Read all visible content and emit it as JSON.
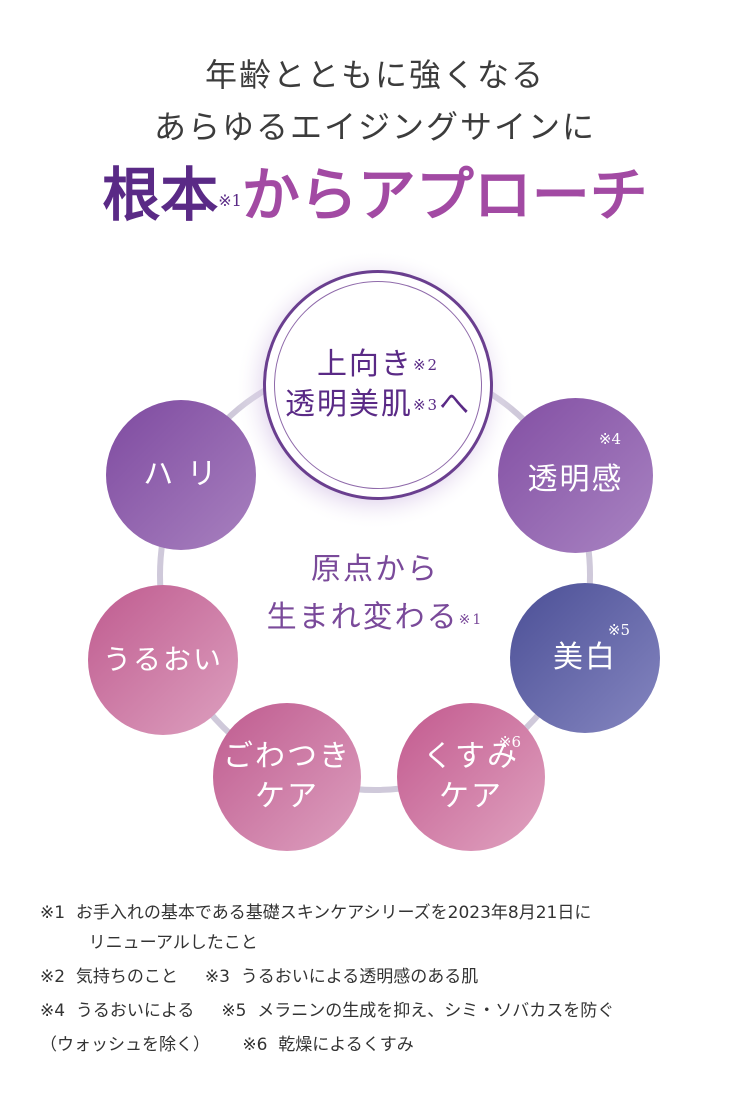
{
  "headline": {
    "line1": "年齢とともに強くなる",
    "line2": "あらゆるエイジングサイン",
    "line2_tail": "に",
    "big_a": "根本",
    "big_mark": "※1",
    "big_b": "からアプローチ"
  },
  "center_circle": {
    "line1": "上向き",
    "mark1": "※2",
    "line2": "透明美肌",
    "mark2": "※3",
    "line2_tail": "へ"
  },
  "center_text": {
    "line1": "原点から",
    "line2": "生まれ変わる",
    "mark": "※1"
  },
  "benefits": [
    {
      "label": "ハ リ",
      "mark": ""
    },
    {
      "label": "透明感",
      "mark": "※4"
    },
    {
      "label": "美白",
      "mark": "※5"
    },
    {
      "label": "くすみ",
      "label2": "ケア",
      "mark": "※6"
    },
    {
      "label": "ごわつき",
      "label2": "ケア",
      "mark": ""
    },
    {
      "label": "うるおい",
      "mark": ""
    }
  ],
  "footnotes": [
    "※1  お手入れの基本である基礎スキンケアシリーズを2023年8月21日に",
    "         リニューアルしたこと",
    "※2  気持ちのこと     ※3  うるおいによる透明感のある肌",
    "※4  うるおいによる     ※5  メラニンの生成を抑え、シミ・ソバカスを防ぐ",
    "（ウォッシュを除く）      ※6  乾燥によるくすみ"
  ],
  "colors": {
    "purple_dark": "#5a2a86",
    "purple": "#8d5aa8",
    "indigo": "#565a9e",
    "pink": "#c56a96",
    "ring": "#c9c4d6"
  }
}
